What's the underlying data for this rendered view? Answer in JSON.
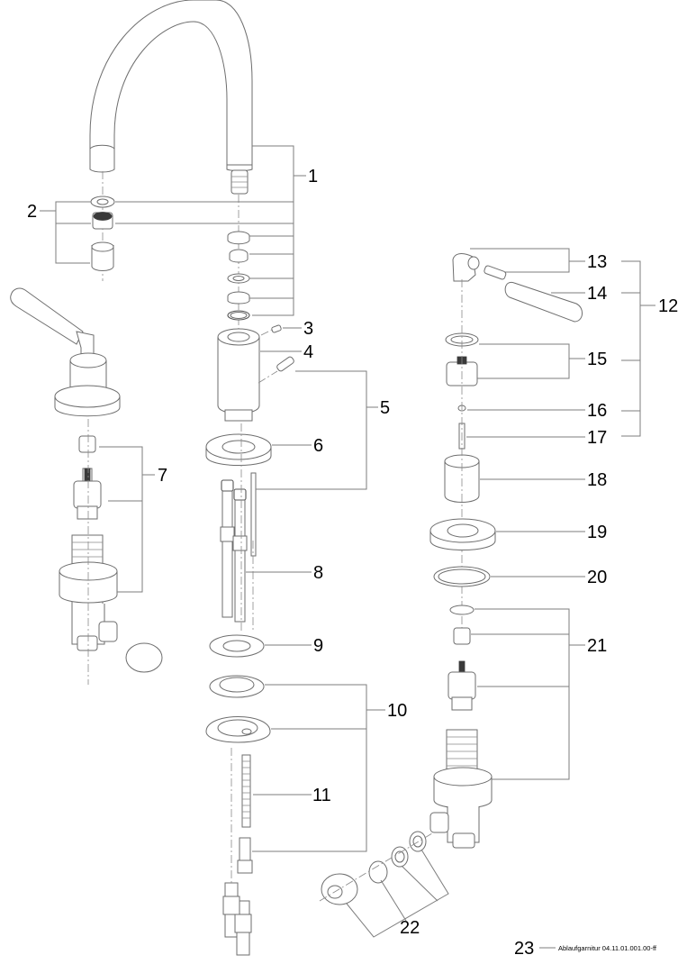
{
  "diagram": {
    "type": "exploded-parts-drawing",
    "subject": "three-hole basin faucet assembly",
    "line_color": "#6e6e6e",
    "text_color": "#000000",
    "background": "#ffffff"
  },
  "callouts": [
    {
      "id": "1",
      "label": "1"
    },
    {
      "id": "2",
      "label": "2"
    },
    {
      "id": "3",
      "label": "3"
    },
    {
      "id": "4",
      "label": "4"
    },
    {
      "id": "5",
      "label": "5"
    },
    {
      "id": "6",
      "label": "6"
    },
    {
      "id": "7",
      "label": "7"
    },
    {
      "id": "8",
      "label": "8"
    },
    {
      "id": "9",
      "label": "9"
    },
    {
      "id": "10",
      "label": "10"
    },
    {
      "id": "11",
      "label": "11"
    },
    {
      "id": "12",
      "label": "12"
    },
    {
      "id": "13",
      "label": "13"
    },
    {
      "id": "14",
      "label": "14"
    },
    {
      "id": "15",
      "label": "15"
    },
    {
      "id": "16",
      "label": "16"
    },
    {
      "id": "17",
      "label": "17"
    },
    {
      "id": "18",
      "label": "18"
    },
    {
      "id": "19",
      "label": "19"
    },
    {
      "id": "20",
      "label": "20"
    },
    {
      "id": "21",
      "label": "21"
    },
    {
      "id": "22",
      "label": "22"
    },
    {
      "id": "23",
      "label": "23"
    }
  ],
  "footnote": {
    "number": "23",
    "text": "Ablaufgarnitur 04.11.01.001.00-ff"
  }
}
